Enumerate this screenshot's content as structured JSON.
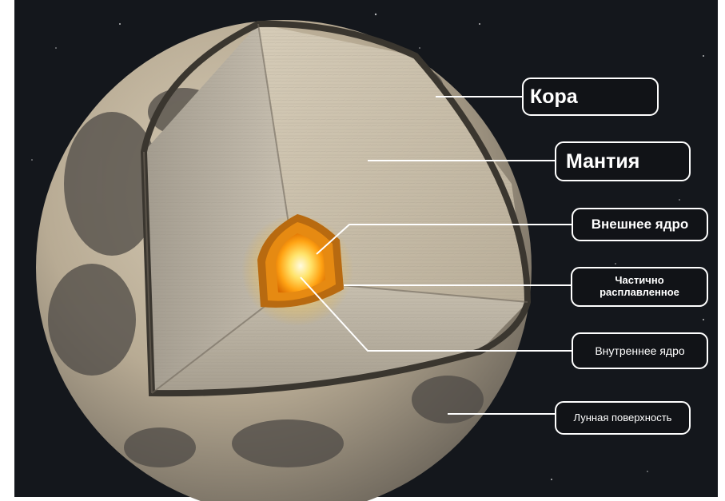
{
  "labels": {
    "crust": "Кора",
    "mantle": "Мантия",
    "outer_core": "Внешнее ядро",
    "partially_molten_line1": "Частично",
    "partially_molten_line2": "расплавленное",
    "inner_core": "Внутреннее ядро",
    "lunar_surface": "Лунная поверхность"
  },
  "colors": {
    "space": "#14171c",
    "moon_light": "#cdbfa6",
    "moon_dark": "#5c5853",
    "mantle": "#b7ad9b",
    "crust_rim": "#3a362f",
    "outer_core": "#c77a12",
    "inner_core": "#fff2a8",
    "leader_lines": "#ffffff"
  }
}
